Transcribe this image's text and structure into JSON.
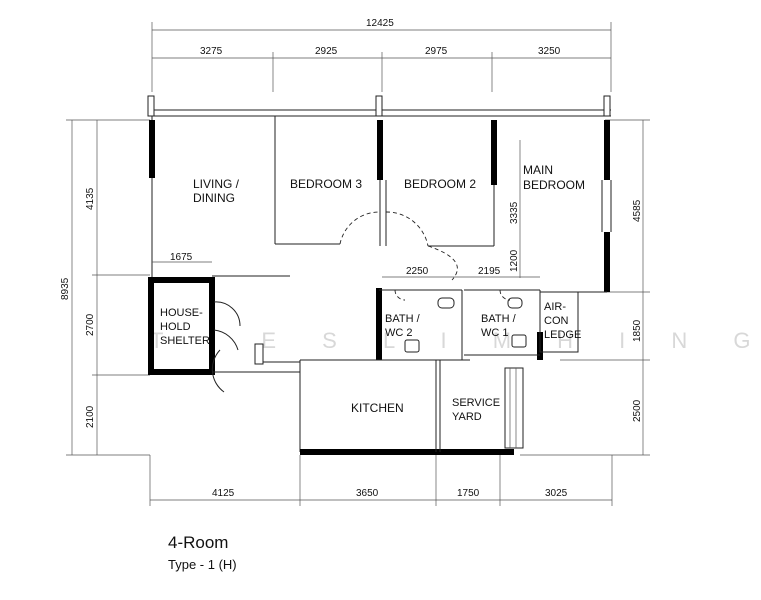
{
  "dimensions": {
    "top_total": "12425",
    "top_segments": [
      "3275",
      "2925",
      "2975",
      "3250"
    ],
    "left_total": "8935",
    "left_segments": [
      "4135",
      "2700",
      "2100"
    ],
    "right_segments": [
      "4585",
      "1850",
      "2500"
    ],
    "bottom_segments": [
      "4125",
      "3650",
      "1750",
      "3025"
    ],
    "interior": {
      "shelter_width": "1675",
      "bath2_width": "2250",
      "bath1_width": "2195",
      "bedroom2_depth": "3335",
      "bath1_depth": "1200"
    }
  },
  "rooms": {
    "living_line1": "LIVING /",
    "living_line2": "DINING",
    "bedroom3": "BEDROOM 3",
    "bedroom2": "BEDROOM 2",
    "main_line1": "MAIN",
    "main_line2": "BEDROOM",
    "shelter_line1": "HOUSE-",
    "shelter_line2": "HOLD",
    "shelter_line3": "SHELTER",
    "bath2_line1": "BATH /",
    "bath2_line2": "WC 2",
    "bath1_line1": "BATH /",
    "bath1_line2": "WC 1",
    "aircon_line1": "AIR-",
    "aircon_line2": "CON",
    "aircon_line3": "LEDGE",
    "kitchen": "KITCHEN",
    "service_line1": "SERVICE",
    "service_line2": "YARD"
  },
  "watermark": "T I E S   L I M   H I N G",
  "caption": {
    "title": "4-Room",
    "subtitle": "Type - 1 (H)"
  }
}
